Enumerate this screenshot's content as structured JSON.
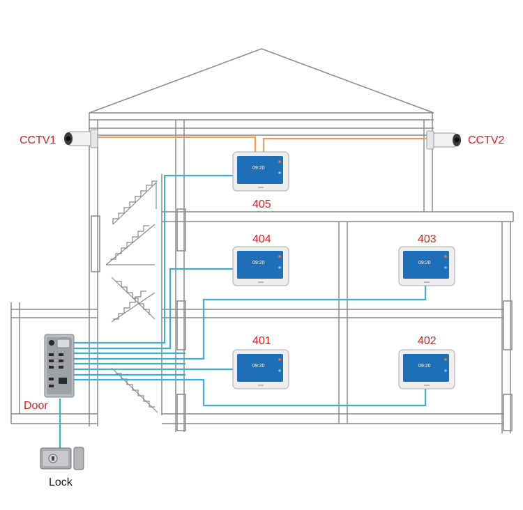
{
  "colors": {
    "structure": "#8a8a8a",
    "cable_camera": "#f0a050",
    "cable_bus": "#3ab0d8",
    "label_red": "#d8201f",
    "label_black": "#1a1a1a",
    "screen": "#1f6fb8"
  },
  "cameras": [
    {
      "id": "cctv1",
      "label": "CCTV1"
    },
    {
      "id": "cctv2",
      "label": "CCTV2"
    }
  ],
  "monitors": [
    {
      "id": "m405",
      "label": "405",
      "time": "09:20"
    },
    {
      "id": "m404",
      "label": "404",
      "time": "09:20"
    },
    {
      "id": "m403",
      "label": "403",
      "time": "09:20"
    },
    {
      "id": "m401",
      "label": "401",
      "time": "09:20"
    },
    {
      "id": "m402",
      "label": "402",
      "time": "09:20"
    }
  ],
  "door": {
    "label": "Door"
  },
  "lock": {
    "label": "Lock"
  },
  "icons": [
    "bullet-camera-icon",
    "door-panel-icon",
    "electric-lock-icon",
    "indoor-monitor-icon"
  ]
}
